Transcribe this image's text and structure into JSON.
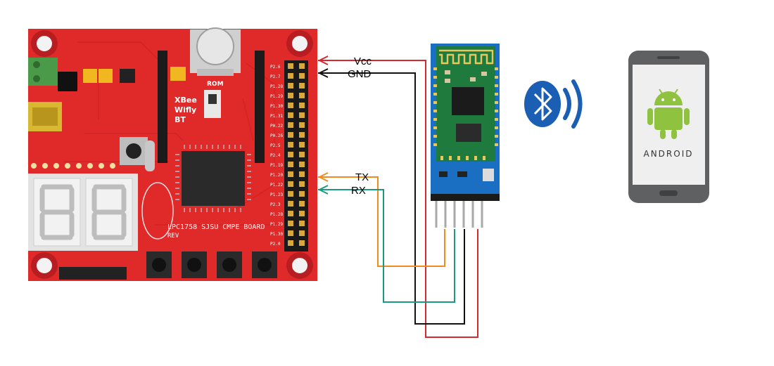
{
  "board": {
    "silkscreen": [
      "LPC1758 SJSU CMPE BOARD",
      "REV",
      "XBee",
      "Wifly",
      "BT",
      "ROM"
    ],
    "pin_labels": [
      "P2.6",
      "P2.7",
      "P1.28",
      "P1.29",
      "P1.30",
      "P1.31",
      "P0.22",
      "P0.26",
      "P2.5",
      "P2.4",
      "P1.19",
      "P1.20",
      "P1.22",
      "P1.23",
      "P2.3",
      "P1.28",
      "P1.29",
      "P1.30",
      "P2.0"
    ]
  },
  "wires": [
    {
      "label": "Vcc",
      "color": "#d42a2f"
    },
    {
      "label": "GND",
      "color": "#111111"
    },
    {
      "label": "TX",
      "color": "#f08c1e"
    },
    {
      "label": "RX",
      "color": "#1c9a7d"
    }
  ],
  "phone": {
    "brand_text": "ANDROID"
  },
  "colors": {
    "board_red": "#e02a2a",
    "module_blue": "#1a6fc2",
    "bluetooth_blue": "#1a5fb4",
    "android_green": "#8fc23e",
    "phone_body": "#5e6062"
  },
  "icons": [
    "bluetooth-icon",
    "android-robot-icon"
  ]
}
